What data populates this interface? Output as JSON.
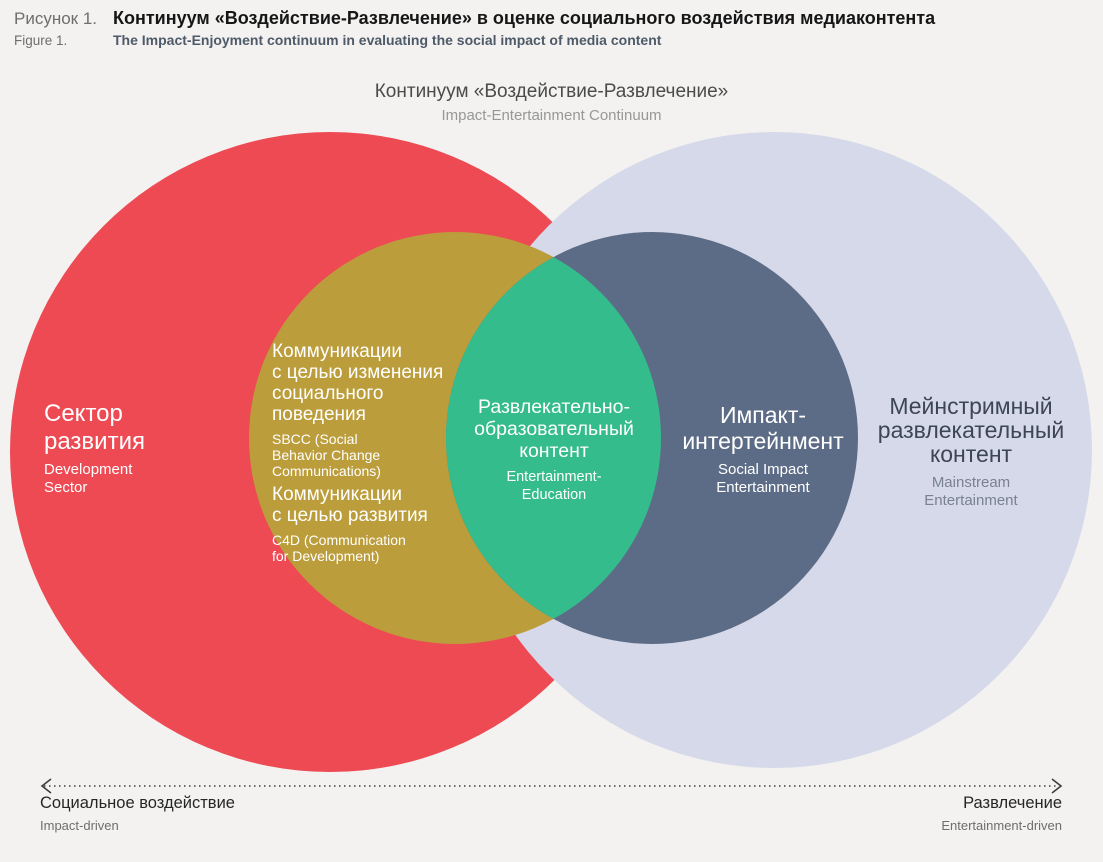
{
  "caption": {
    "label_ru": "Рисунок 1.",
    "title_ru": "Континуум «Воздействие-Развлечение» в оценке социального воздействия медиаконтента",
    "label_en": "Figure 1.",
    "title_en": "The Impact-Enjoyment continuum in evaluating the social impact of media content"
  },
  "diagram": {
    "title_ru": "Континуум «Воздействие-Развлечение»",
    "title_en": "Impact-Entertainment Continuum"
  },
  "regions": {
    "development": {
      "label_ru": "Сектор\nразвития",
      "label_en": "Development\nSector"
    },
    "sbcc": {
      "label_ru": "Коммуникации\nс целью изменения\nсоциального\nповедения",
      "label_en": "SBCC (Social\nBehavior Change\nCommunications)",
      "label2_ru": "Коммуникации\nс целью развития",
      "label2_en": "C4D (Communication\nfor Development)"
    },
    "entertainment_education": {
      "label_ru": "Развлекательно-\nобразовательный\nконтент",
      "label_en": "Entertainment-\nEducation"
    },
    "impact_entertainment": {
      "label_ru": "Импакт-\nинтертейнмент",
      "label_en": "Social Impact\nEntertainment"
    },
    "mainstream": {
      "label_ru": "Мейнстримный\nразвлекательный\nконтент",
      "label_en": "Mainstream\nEntertainment"
    }
  },
  "axis": {
    "left_ru": "Социальное воздействие",
    "left_en": "Impact-driven",
    "right_ru": "Развлечение",
    "right_en": "Entertainment-driven"
  },
  "colors": {
    "development": "#ed4a54",
    "sbcc": "#bc9d3b",
    "entertainment_education": "#35bc8c",
    "impact": "#5d6c86",
    "mainstream": "#d5d9e9"
  }
}
